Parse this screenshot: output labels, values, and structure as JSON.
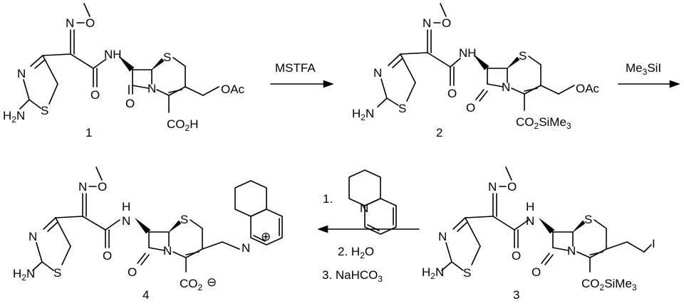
{
  "compound_labels": {
    "c1": "1",
    "c2": "2",
    "c3": "3",
    "c4": "4"
  },
  "reagents": {
    "step1": "MSTFA",
    "step2_a": "Me",
    "step2_sub": "3",
    "step2_b": "SiI",
    "step3_1": "1.",
    "step3_2": "2. H",
    "step3_2_sub": "2",
    "step3_2_end": "O",
    "step3_3": "3. NaHCO",
    "step3_3_sub": "3"
  },
  "groups": {
    "oac": "OAc",
    "co2h_a": "CO",
    "co2h_sub": "2",
    "co2h_b": "H",
    "co2tms_a": "CO",
    "co2tms_sub": "2",
    "co2tms_b": "SiMe",
    "co2tms_sub2": "3",
    "co2minus_a": "CO",
    "co2minus_sub": "2",
    "minus": "⊖",
    "plus": "⊕",
    "iodo": "I",
    "h2n_a": "H",
    "h2n_sub": "2",
    "h2n_b": "N"
  },
  "atoms": {
    "N": "N",
    "S": "S",
    "O": "O",
    "H": "H"
  }
}
